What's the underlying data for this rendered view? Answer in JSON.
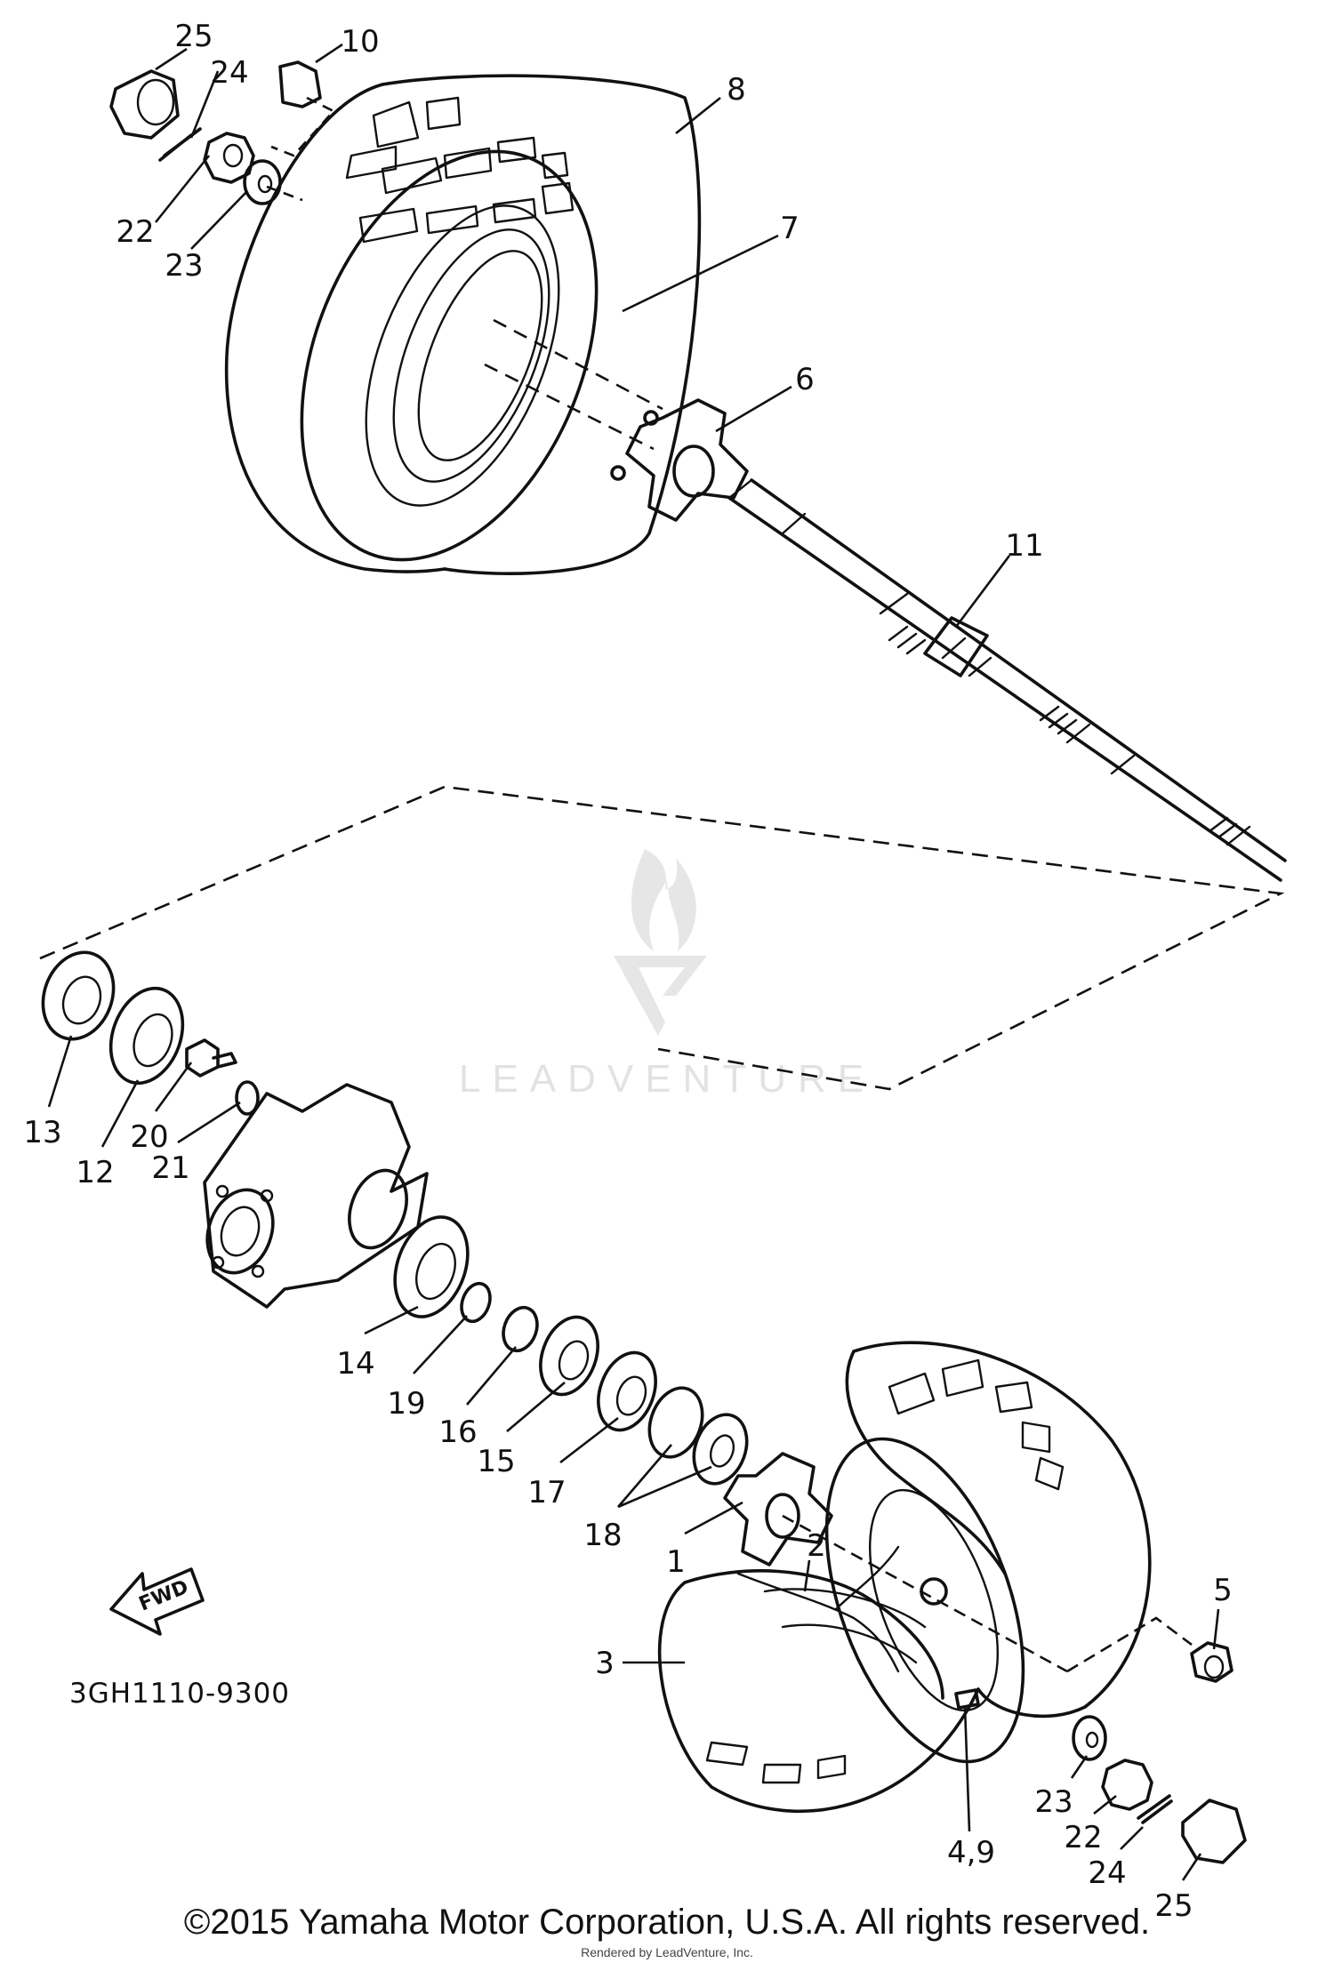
{
  "diagram": {
    "callouts": {
      "c25_top": "25",
      "c10": "10",
      "c24_top": "24",
      "c8": "8",
      "c22_top": "22",
      "c23_top": "23",
      "c7": "7",
      "c6": "6",
      "c11": "11",
      "c13": "13",
      "c12": "12",
      "c20": "20",
      "c21": "21",
      "c14": "14",
      "c19": "19",
      "c16": "16",
      "c15": "15",
      "c17": "17",
      "c18": "18",
      "c1": "1",
      "c2": "2",
      "c3": "3",
      "c5": "5",
      "c23_bot": "23",
      "c22_bot": "22",
      "c24_bot": "24",
      "c25_bot": "25",
      "c49": "4,9"
    },
    "fwd_label": "FWD",
    "part_code": "3GH1110-9300",
    "watermark": "LEADVENTURE"
  },
  "footer": {
    "copyright": "©2015 Yamaha Motor Corporation, U.S.A. All rights reserved.",
    "rendered_by": "Rendered by LeadVenture, Inc."
  }
}
